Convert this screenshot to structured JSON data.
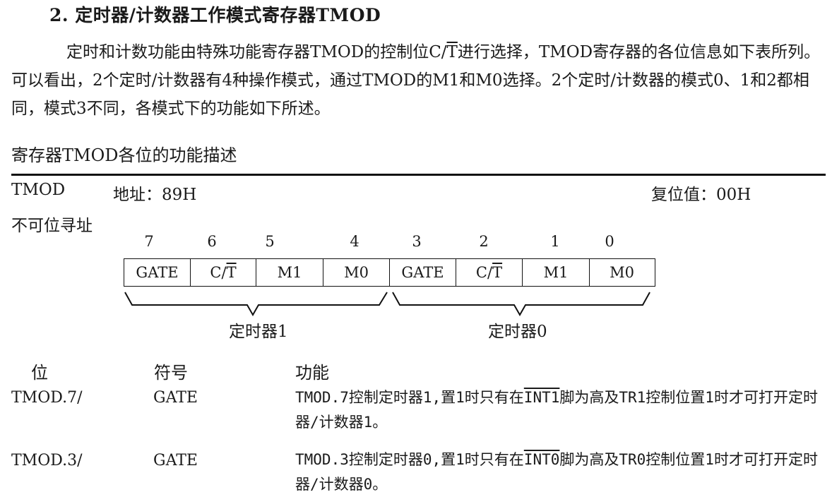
{
  "heading": "2. 定时器/计数器工作模式寄存器TMOD",
  "paragraph": {
    "part1": "定时和计数功能由特殊功能寄存器TMOD的控制位C/",
    "overline_t": "T",
    "part2": "进行选择，TMOD寄存器的各位信息如下表所列。可以看出，2个定时/计数器有4种操作模式，通过TMOD的M1和M0选择。2个定时/计数器的模式0、1和2都相同，模式3不同，各模式下的功能如下所述。"
  },
  "caption": "寄存器TMOD各位的功能描述",
  "register": {
    "name": "TMOD",
    "address": "地址：89H",
    "reset_value": "复位值：00H",
    "addressing": "不可位寻址",
    "bit_numbers": [
      "7",
      "6",
      "5",
      "4",
      "3",
      "2",
      "1",
      "0"
    ],
    "bits": [
      {
        "pre": "GATE",
        "ov": ""
      },
      {
        "pre": "C/",
        "ov": "T"
      },
      {
        "pre": "M1",
        "ov": ""
      },
      {
        "pre": "M0",
        "ov": ""
      },
      {
        "pre": "GATE",
        "ov": ""
      },
      {
        "pre": "C/",
        "ov": "T"
      },
      {
        "pre": "M1",
        "ov": ""
      },
      {
        "pre": "M0",
        "ov": ""
      }
    ],
    "group_labels": [
      "定时器1",
      "定时器0"
    ]
  },
  "table": {
    "headers": [
      "位",
      "符号",
      "功能"
    ],
    "rows": [
      {
        "bit": "TMOD.7/",
        "symbol": "GATE",
        "func_pre": "TMOD.7控制定时器1,置1时只有在",
        "func_ov": "INT1",
        "func_post": "脚为高及TR1控制位置1时才可打开定时器/计数器1。"
      },
      {
        "bit": "TMOD.3/",
        "symbol": "GATE",
        "func_pre": "TMOD.3控制定时器0,置1时只有在",
        "func_ov": "INT0",
        "func_post": "脚为高及TR0控制位置1时才可打开定时器/计数器0。"
      }
    ]
  }
}
